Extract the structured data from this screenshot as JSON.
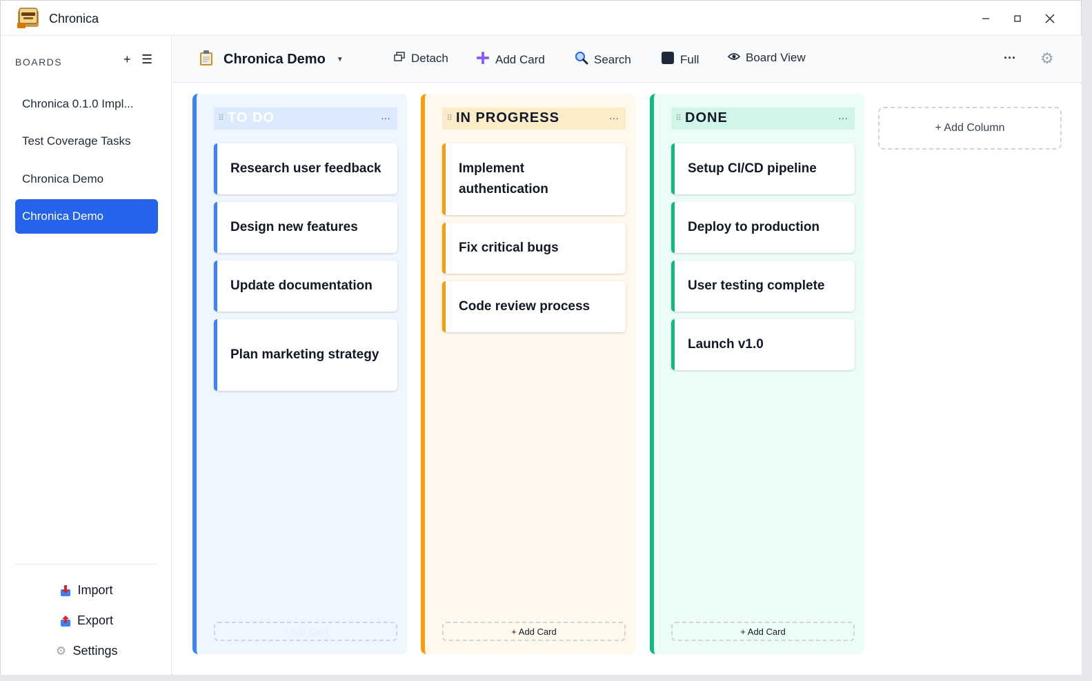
{
  "app": {
    "title": "Chronica"
  },
  "sidebar": {
    "header": "BOARDS",
    "add_icon": "+",
    "menu_icon": "☰",
    "boards": [
      {
        "label": "Chronica 0.1.0 Impl...",
        "active": false
      },
      {
        "label": "Test Coverage Tasks",
        "active": false
      },
      {
        "label": "Chronica Demo",
        "active": false
      },
      {
        "label": "Chronica Demo",
        "active": true
      }
    ],
    "actions": {
      "import": "Import",
      "export": "Export",
      "settings": "Settings"
    }
  },
  "toolbar": {
    "board_title": "Chronica Demo",
    "detach": "Detach",
    "add_card": "Add Card",
    "search": "Search",
    "full": "Full",
    "board_view": "Board View",
    "more": "···"
  },
  "columns": [
    {
      "title": "TO DO",
      "accent": "#3b82f6",
      "background": "#eff6ff",
      "header_bg": "#dbeafe",
      "title_color": "#ffffff",
      "cards": [
        "Research user feedback",
        "Design new features",
        "Update documentation",
        "Plan marketing strategy"
      ],
      "add_card": "+ Add Card"
    },
    {
      "title": "IN PROGRESS",
      "accent": "#f59e0b",
      "background": "#fff8ed",
      "header_bg": "#fdecc8",
      "title_color": "#111827",
      "cards": [
        "Implement authentication",
        "Fix critical bugs",
        "Code review process"
      ],
      "add_card": "+ Add Card"
    },
    {
      "title": "DONE",
      "accent": "#10b981",
      "background": "#ecfdf5",
      "header_bg": "#d1f5e7",
      "title_color": "#111827",
      "cards": [
        "Setup CI/CD pipeline",
        "Deploy to production",
        "User testing complete",
        "Launch v1.0"
      ],
      "add_card": "+ Add Card"
    }
  ],
  "add_column": "+ Add Column"
}
